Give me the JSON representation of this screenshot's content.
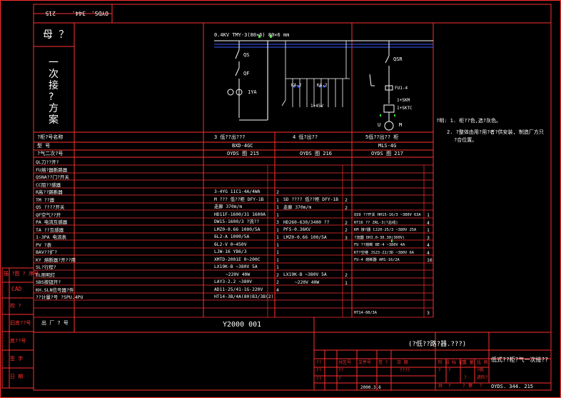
{
  "top_block": {
    "left_no": "215",
    "mid_no": "344.",
    "right_code": "OYDS."
  },
  "left_title": {
    "bus": "母 ？",
    "scheme": [
      "一",
      "次",
      "接",
      "?",
      "方",
      "案"
    ]
  },
  "bus_label": "0.4KV  TMY-3(80×6)  80×6 mm",
  "diagram_labels": {
    "qs": "QS",
    "qf": "QF",
    "ct_left": "1YA",
    "kw": "1+45V",
    "right_qsr": "QSR",
    "fu": "FU1-4",
    "km": "1+SKM",
    "kt": "1+SKTC",
    "ct_tag_a": "KA-2",
    "ct_tag_b": "KA-2",
    "u": "U",
    "m": "M"
  },
  "header_rows": {
    "row1": {
      "label": "?柜?号名称",
      "c1": "3 低??出???",
      "c2": "4 低?出??",
      "c3": "5低??出?? 柜"
    },
    "row2": {
      "label": "型    号",
      "c1": "BXD-4GC",
      "c2": "",
      "c3": "MLS-4G"
    },
    "row3": {
      "label": "?气二次?号",
      "c1": "OYDS 图 215",
      "c2": "OYDS 图 216",
      "c3": "OYDS 图 217"
    }
  },
  "component_labels": [
    "QL刀??开?",
    "FU熔?器断路器",
    "QSNA??门?开关",
    "CC阻??感器",
    "R高??路断器",
    "TM ??器",
    "QS ????开关",
    "QF空气??开",
    "PA 电流互感器",
    "TA ??互感器",
    "1-3PA 电流表",
    "PV ?表",
    "BAV??扩?",
    "KY 熔断器?开??用",
    "SL?行程?",
    "EL照明灯",
    "SBS按钮开?",
    "KH.SLN信号器?件",
    "??计量?号 ?SPU.4PU"
  ],
  "col1_items": [
    "3-4YG 11C1-4A/4WA",
    "M ??? 低??柜  DFY-1B",
    "走廊   370m/m",
    "HD11F-1600/31 1600A",
    "DW15-1600/3 ?流??",
    "",
    "LMZ0-0.66  1000/5A",
    "6L2-A   1000/5A",
    "6L2-V    0~450V",
    "LJW-16     YB6/3",
    "XMTD-2001E  0~200C",
    "LX19K-B   ~380V 5A",
    "~220V  40W",
    "LAY3-2.2  ~380V",
    "AD11-25/41-1G-220V",
    "HT14-3B/4A(80)B3/3B(2)"
  ],
  "col1_qty": [
    "2",
    "1",
    "",
    "1",
    "1",
    "",
    "3",
    "1",
    "1",
    "1",
    "1",
    "1",
    "1",
    "2",
    "2",
    "4"
  ],
  "col2_items": [
    "SD ???? 低??柜  DFY-1B",
    "走廊   370m/m",
    "HD260-630/3400   ??",
    "PFS-0.36KV",
    "LMZ0-0.66   100/5A",
    "LX19K-B   ~380V 5A",
    "~220V  40W"
  ],
  "col2_qty": [
    "2",
    "2",
    "2",
    "2",
    "3",
    "2",
    "1"
  ],
  "col3_items": [
    "QS9 ??开关 HH15-16/3  ~380V 63A",
    "RT16 ??  ZRL-3(?总线)",
    "KM 接?器 CJ20-25/3 ~380V 25A",
    "?流器 DH3.0-30.30(300V)",
    "FU ??熔断 BE-4 ~380V 4A",
    "KT?空继 JS23-22/3D ~380V 6A",
    "FU-4 熔断器 AM1-16/2A",
    "HT14-6B/3A"
  ],
  "col3_qty": [
    "1",
    "4",
    "1",
    "3",
    "4",
    "4",
    "16",
    "3"
  ],
  "footer_left": {
    "label": "出 厂 ? 号",
    "value": "Y2000 001"
  },
  "notes": {
    "n1": "?明: 1. 柜??色,选?灰色。",
    "n2": "2. ?整体由用?用?者?供安装, 制造厂方只",
    "n3": "?合位置。"
  },
  "side_stamps": [
    "描 ?图 ? 序号",
    "CAD",
    "校    ?",
    "旧底??号",
    "底??号",
    "签    字",
    "日    期"
  ],
  "title_block": {
    "project": "(?低??路?器.???)",
    "drawing": "低式??柜?气一次接??",
    "code": "OYDS.    344.    215",
    "date": "2000.3.6",
    "cells": [
      "??",
      "分区号",
      "文件号",
      "签 ?",
      "日 期",
      "??",
      "??",
      "??",
      "?",
      "????",
      "阶 段 标 记",
      "重 量",
      "比 例",
      "?",
      "?",
      "共",
      "?",
      "?",
      "第",
      "?"
    ],
    "ratio": "?例",
    "sign": "?",
    "stage": "进阶?"
  }
}
